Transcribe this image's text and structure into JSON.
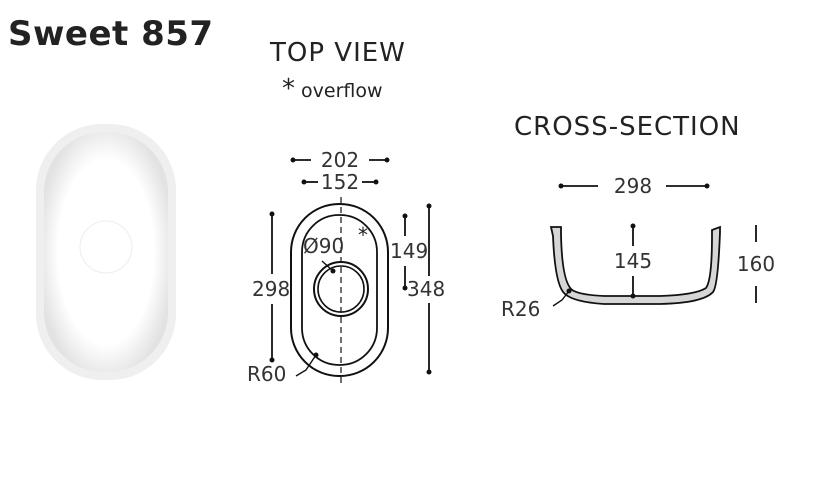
{
  "product": {
    "name": "Sweet 857"
  },
  "top_view": {
    "heading": "TOP VIEW",
    "overflow_marker": "*",
    "overflow_label": "overflow",
    "dims": {
      "outer_width": "202",
      "inner_width": "152",
      "drain": "Ø90",
      "drain_offset": "149",
      "inner_length": "298",
      "outer_length": "348",
      "corner_radius": "R60"
    }
  },
  "cross_section": {
    "heading": "CROSS-SECTION",
    "dims": {
      "width": "298",
      "depth_inner": "145",
      "depth_outer": "160",
      "radius": "R26"
    }
  },
  "colors": {
    "line": "#111111",
    "sink_fill": "#ffffff",
    "sink_shadow": "#e6e6e6"
  }
}
